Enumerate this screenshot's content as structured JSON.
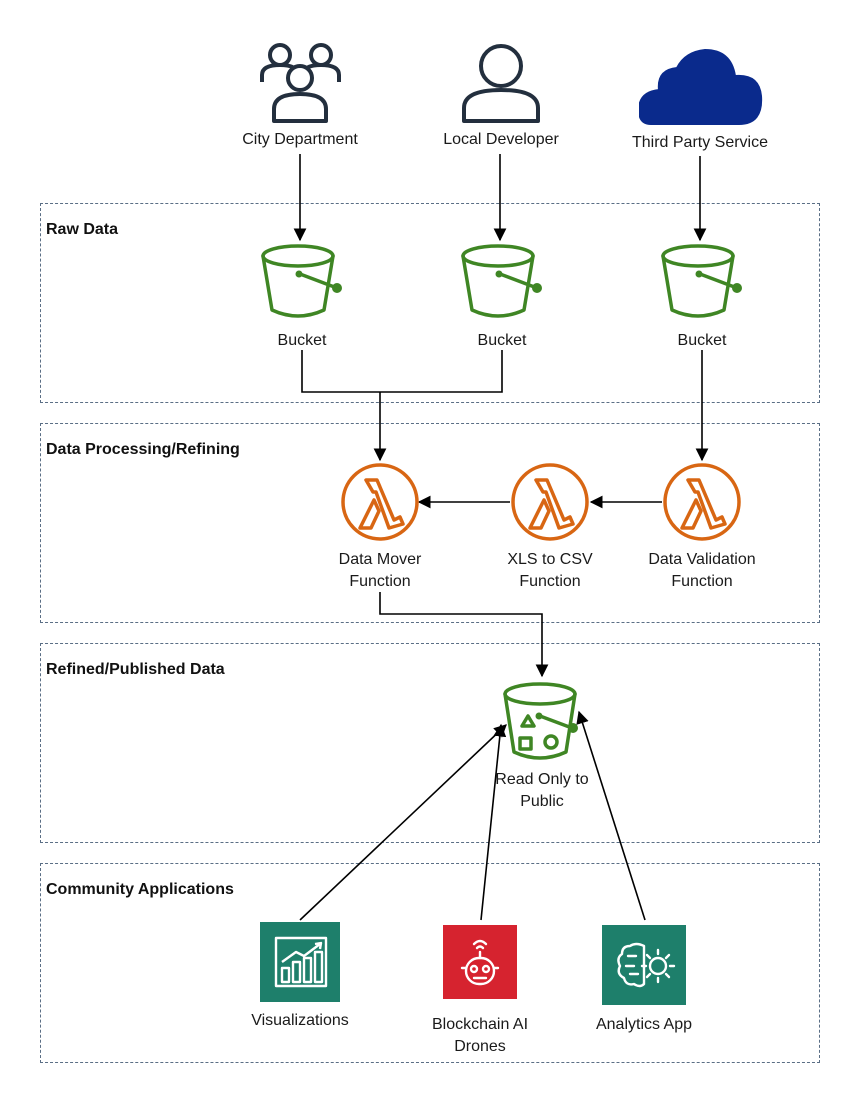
{
  "actors": {
    "city": "City Department",
    "developer": "Local Developer",
    "third_party": "Third Party Service"
  },
  "zones": {
    "raw": "Raw Data",
    "processing": "Data Processing/Refining",
    "refined": "Refined/Published Data",
    "community": "Community Applications"
  },
  "buckets": {
    "b1": "Bucket",
    "b2": "Bucket",
    "b3": "Bucket"
  },
  "functions": {
    "mover_l1": "Data Mover",
    "mover_l2": "Function",
    "xls_l1": "XLS to CSV",
    "xls_l2": "Function",
    "validation_l1": "Data Validation",
    "validation_l2": "Function"
  },
  "public_bucket": {
    "l1": "Read Only to",
    "l2": "Public"
  },
  "apps": {
    "viz": "Visualizations",
    "drones_l1": "Blockchain AI",
    "drones_l2": "Drones",
    "analytics": "Analytics App"
  },
  "colors": {
    "bucket_green": "#3F8624",
    "lambda_orange": "#D86613",
    "cloud_navy": "#0A2A8C",
    "app_teal": "#1E7F6B",
    "app_red": "#D6232F",
    "icon_dark": "#232F3E"
  }
}
